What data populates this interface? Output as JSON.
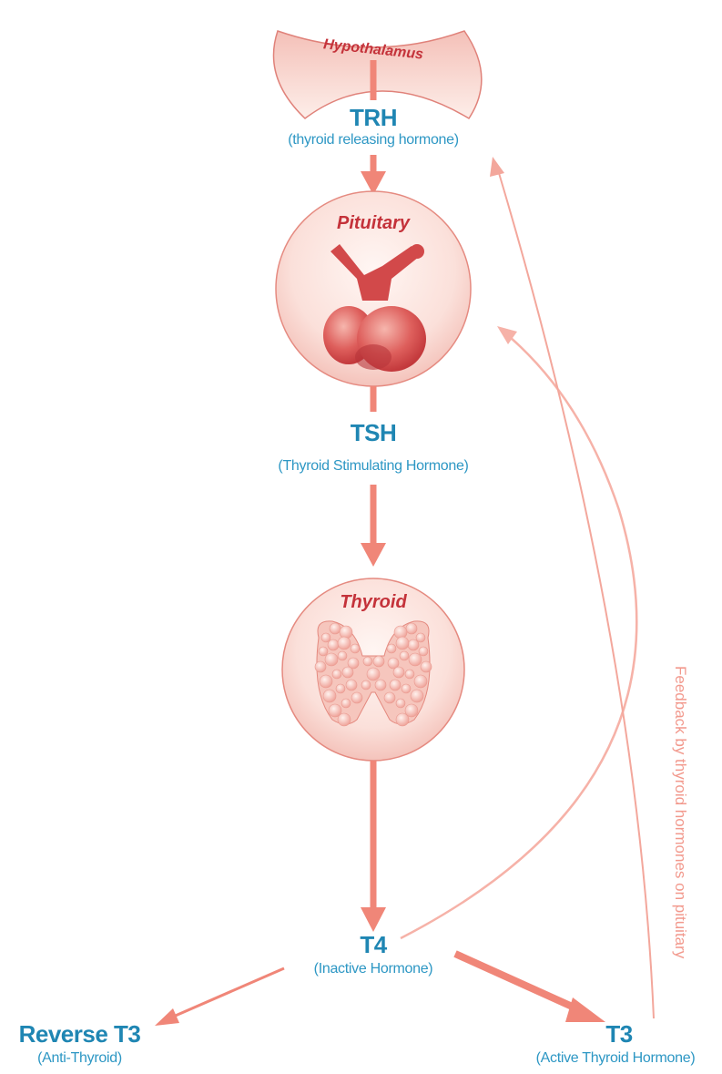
{
  "colors": {
    "arrow": "#f08678",
    "arrow_light": "#f6b2a8",
    "organ_fill": "#fbe3dd",
    "organ_stroke": "#e58a80",
    "organ_text": "#c4323a",
    "hormone_text": "#1f86b3"
  },
  "organs": {
    "hypothalamus": "Hypothalamus",
    "pituitary": "Pituitary",
    "thyroid": "Thyroid"
  },
  "hormones": {
    "trh": {
      "name": "TRH",
      "desc": "(thyroid releasing hormone)"
    },
    "tsh": {
      "name": "TSH",
      "desc": "(Thyroid Stimulating Hormone)"
    },
    "t4": {
      "name": "T4",
      "desc": "(Inactive Hormone)"
    },
    "reverse_t3": {
      "name": "Reverse T3",
      "desc": "(Anti-Thyroid)"
    },
    "t3": {
      "name": "T3",
      "desc": "(Active Thyroid Hormone)"
    }
  },
  "feedback_label": "Feedback by thyroid hormones on pituitary"
}
